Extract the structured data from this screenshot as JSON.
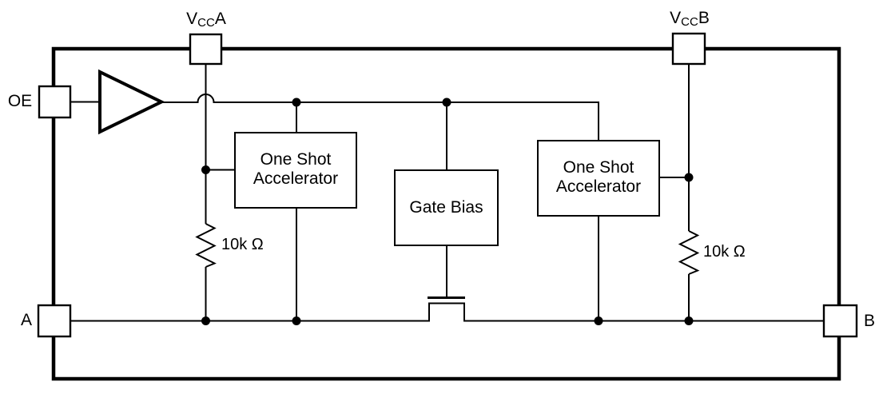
{
  "pins": {
    "vcca": {
      "base": "V",
      "sub": "CC",
      "suffix": "A"
    },
    "vccb": {
      "base": "V",
      "sub": "CC",
      "suffix": "B"
    },
    "oe": "OE",
    "a": "A",
    "b": "B"
  },
  "blocks": {
    "one_shot_left": {
      "line1": "One Shot",
      "line2": "Accelerator"
    },
    "one_shot_right": {
      "line1": "One Shot",
      "line2": "Accelerator"
    },
    "gate_bias": {
      "label": "Gate Bias"
    }
  },
  "resistors": {
    "left": {
      "label": "10k Ω"
    },
    "right": {
      "label": "10k Ω"
    }
  },
  "colors": {
    "line": "#000000",
    "fill": "#ffffff",
    "junction_dot": "#000000"
  }
}
